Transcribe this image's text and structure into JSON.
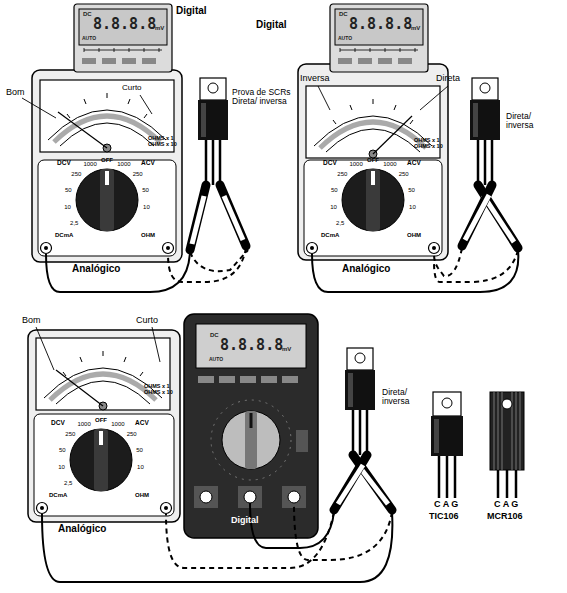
{
  "diagram": {
    "labels": [
      "Digital",
      "DC",
      "8.8.8.8",
      "mV",
      "AUTO",
      "Bom",
      "Curto",
      "Prova de SCRs Direta/ inversa",
      "OHMS x 1 OHMS x 10",
      "DCV",
      "1000",
      "250",
      "50",
      "10",
      "2,5",
      "OFF",
      "1000",
      "250",
      "50",
      "10",
      "ACV",
      "DCmA",
      "OHM",
      "Analógico",
      "Digital",
      "DC",
      "8.8.8.8",
      "mV",
      "AUTO",
      "Inversa",
      "Direta",
      "OHMS x 1 OHMS x 10",
      "Direta/ inversa",
      "DCV",
      "1000",
      "250",
      "50",
      "10",
      "2,5",
      "OFF",
      "1000",
      "250",
      "50",
      "10",
      "ACV",
      "DCmA",
      "OHM",
      "Analógico",
      "Bom",
      "Curto",
      "OHMS x 1 OHMS x 10",
      "DCV",
      "1000",
      "250",
      "50",
      "10",
      "2,5",
      "OFF",
      "1000",
      "250",
      "50",
      "10",
      "ACV",
      "DCmA",
      "OHM",
      "Analógico",
      "DC",
      "8.8.8.8",
      "mV",
      "AUTO",
      "Digital",
      "Direta/ inversa",
      "C A G",
      "TIC106",
      "C A G",
      "MCR106"
    ]
  }
}
